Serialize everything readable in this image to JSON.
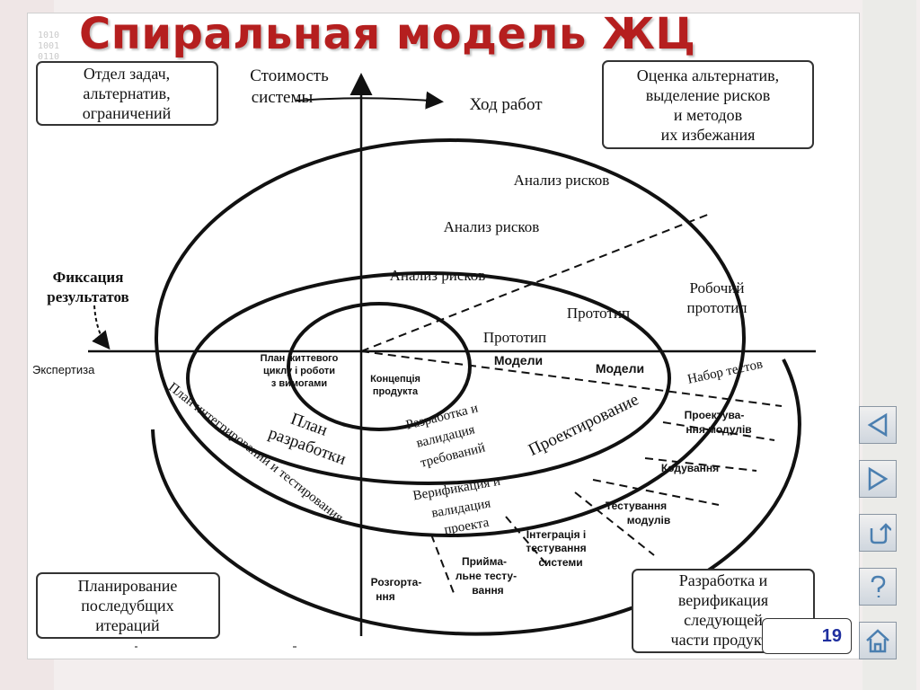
{
  "title": "Спиральная модель ЖЦ",
  "binary_deco": "1010\n1001\n0110",
  "page_number": "19",
  "corner_boxes": {
    "top_left": [
      "Отдел задач,",
      "альтернатив,",
      "ограничений"
    ],
    "top_right": [
      "Оценка альтернатив,",
      "выделение рисков",
      "и методов",
      "их избежания"
    ],
    "bottom_left": [
      "Планирование",
      "последубщих",
      "итераций"
    ],
    "bottom_right": [
      "Разработка и",
      "верификация",
      "следующей",
      "части продукта"
    ]
  },
  "axis_labels": {
    "cost": [
      "Стоимость",
      "системы"
    ],
    "progress": "Ход работ",
    "fixation": [
      "Фиксация",
      "результатов"
    ],
    "expertise": "Экспертиза"
  },
  "risk_labels": [
    "Анализ рисков",
    "Анализ рисков",
    "Анализ рисков"
  ],
  "prototype_labels": [
    "Прототип",
    "Прототип",
    "Робочий",
    "прототип"
  ],
  "model_labels": [
    "Модели",
    "Модели"
  ],
  "center_labels": {
    "plan": [
      "План життевого",
      "циклу і роботи",
      "з вимогами"
    ],
    "concept": [
      "Концепція",
      "продукта"
    ]
  },
  "middle_labels": {
    "dev_plan": [
      "План",
      "разработки"
    ],
    "integ_plan": "План интегрирований и тестирования",
    "req": [
      "Разработка и",
      "валидация",
      "требований"
    ],
    "design": "Проектирование",
    "verif": [
      "Верификация и",
      "валидация",
      "проекта"
    ]
  },
  "outer_labels": {
    "tests": "Набор тестов",
    "module_design": [
      "Проектува-",
      "ння модулів"
    ],
    "coding": "Кодування",
    "module_testing": [
      "Тестування",
      "модулів"
    ],
    "integration": [
      "Інтеграція і",
      "тестування",
      "системи"
    ],
    "acceptance": [
      "Прийма-",
      "льне тесту-",
      "вання"
    ],
    "deploy": [
      "Розгорта-",
      "ння"
    ]
  },
  "colors": {
    "title": "#b51f1f",
    "nav": "#4b7fb0",
    "ink": "#111111",
    "badge_text": "#1f2f9f"
  },
  "icons": [
    "arrow-left-icon",
    "arrow-right-icon",
    "return-icon",
    "help-icon",
    "home-icon"
  ]
}
